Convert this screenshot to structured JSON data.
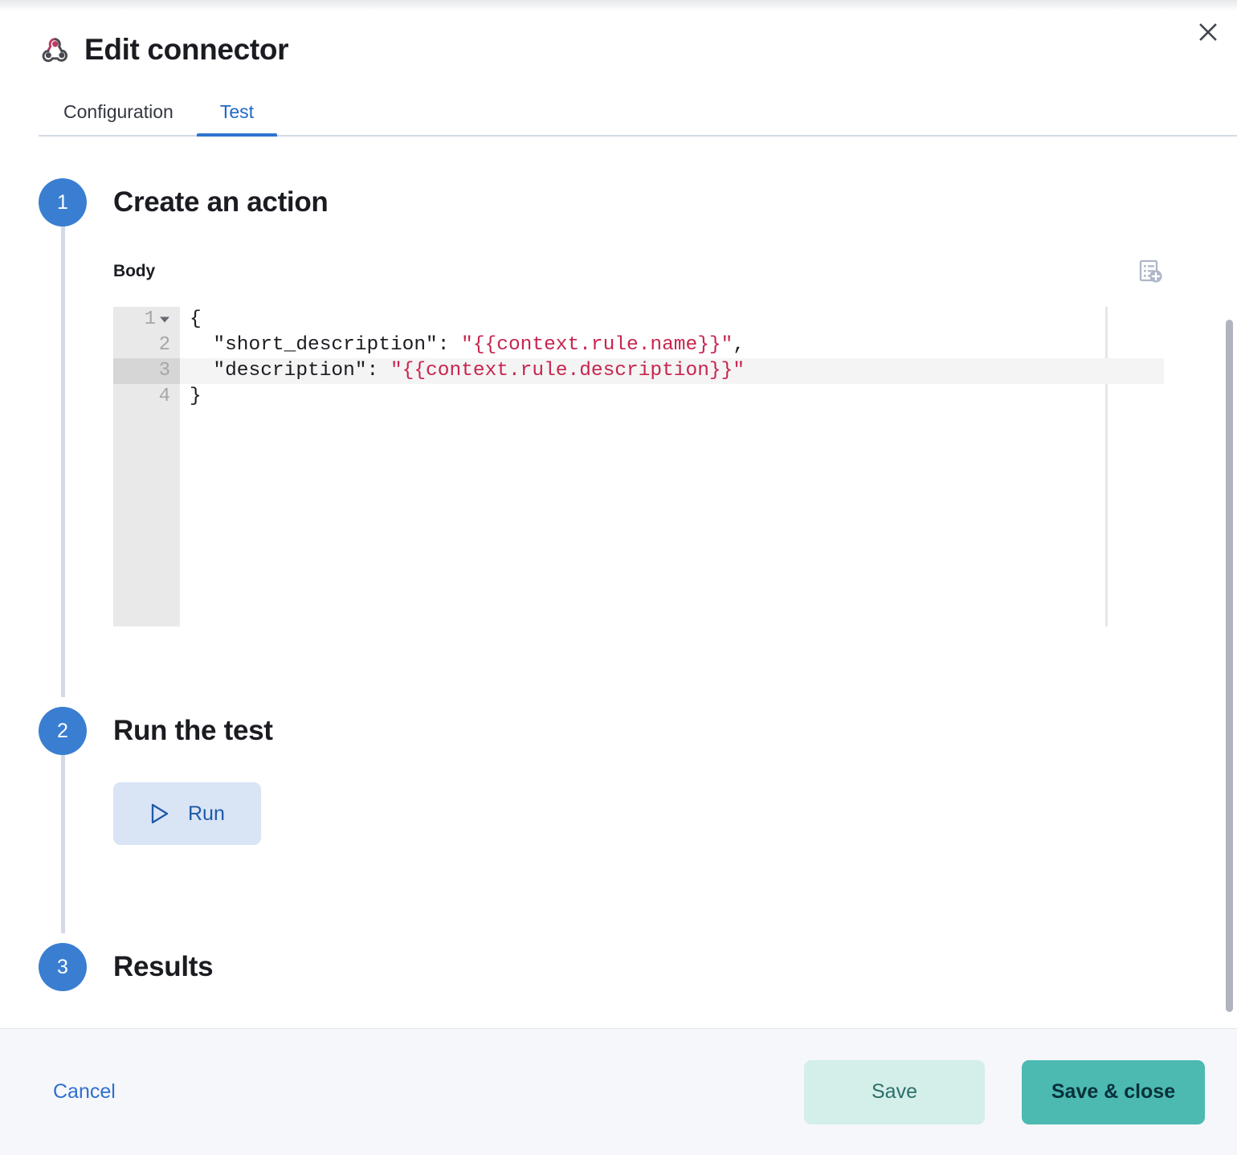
{
  "window": {
    "title": "Edit connector",
    "icon": "webhook-icon",
    "close_label": "Close"
  },
  "tabs": [
    {
      "id": "configuration",
      "label": "Configuration",
      "active": false
    },
    {
      "id": "test",
      "label": "Test",
      "active": true
    }
  ],
  "steps": [
    {
      "number": "1",
      "title": "Create an action"
    },
    {
      "number": "2",
      "title": "Run the test"
    },
    {
      "number": "3",
      "title": "Results"
    }
  ],
  "body_field": {
    "label": "Body",
    "add_variable_icon": "add-variable-icon"
  },
  "editor": {
    "active_line": 3,
    "lines": [
      {
        "number": "1",
        "foldable": true,
        "segments": [
          {
            "text": "{",
            "type": "plain"
          }
        ]
      },
      {
        "number": "2",
        "foldable": false,
        "segments": [
          {
            "text": "  \"short_description\": ",
            "type": "plain"
          },
          {
            "text": "\"{{context.rule.name}}\"",
            "type": "string"
          },
          {
            "text": ",",
            "type": "plain"
          }
        ]
      },
      {
        "number": "3",
        "foldable": false,
        "segments": [
          {
            "text": "  \"description\": ",
            "type": "plain"
          },
          {
            "text": "\"{{context.rule.description}}\"",
            "type": "string"
          }
        ]
      },
      {
        "number": "4",
        "foldable": false,
        "segments": [
          {
            "text": "}",
            "type": "plain"
          }
        ]
      }
    ]
  },
  "run": {
    "label": "Run",
    "icon": "play-icon"
  },
  "footer": {
    "cancel_label": "Cancel",
    "save_label": "Save",
    "save_close_label": "Save & close"
  },
  "colors": {
    "accent_blue": "#2f74d0",
    "step_marker": "#3a7ed1",
    "save_close_bg": "#4cbab1",
    "save_bg": "#d4eeea",
    "run_bg": "#d9e4f5",
    "string_token": "#c7254e",
    "webhook_pink": "#bd3b63"
  }
}
